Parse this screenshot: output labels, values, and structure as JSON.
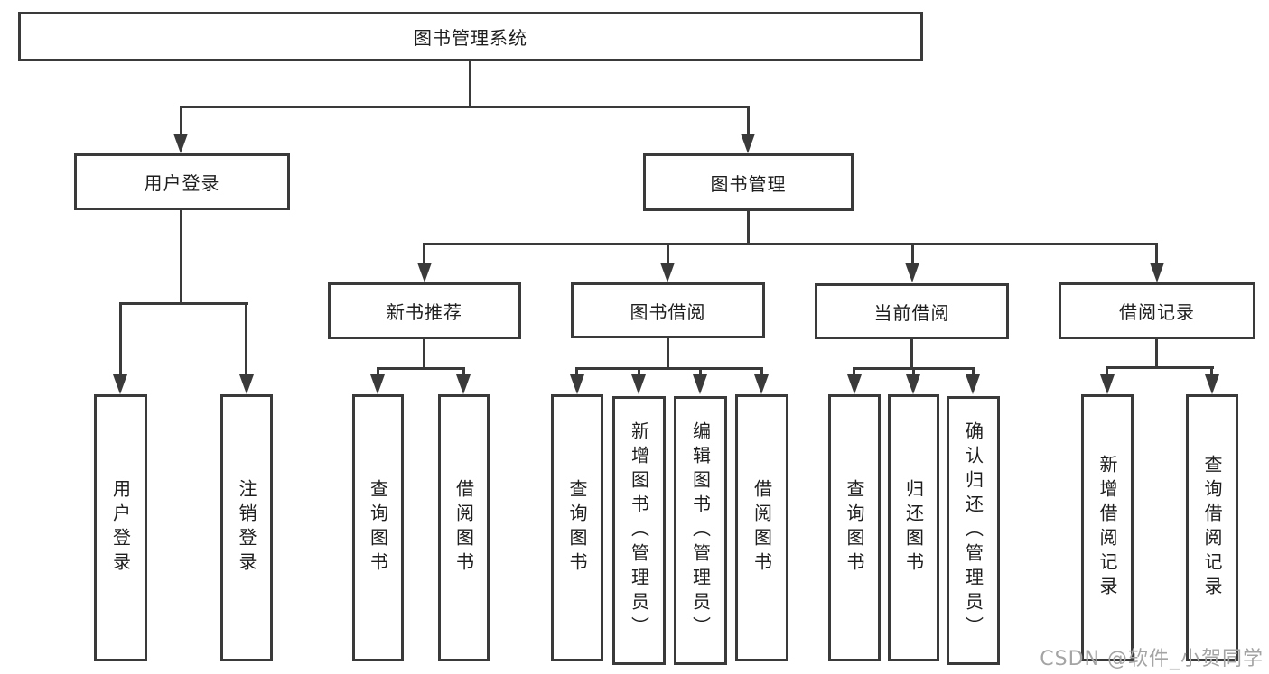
{
  "tree": {
    "root": {
      "label": "图书管理系统"
    },
    "branches": [
      {
        "label": "用户登录",
        "children": [
          {
            "label": "用户登录"
          },
          {
            "label": "注销登录"
          }
        ]
      },
      {
        "label": "图书管理",
        "children": [
          {
            "label": "新书推荐",
            "children": [
              {
                "label": "查询图书"
              },
              {
                "label": "借阅图书"
              }
            ]
          },
          {
            "label": "图书借阅",
            "children": [
              {
                "label": "查询图书"
              },
              {
                "label": "新增图书（管理员）"
              },
              {
                "label": "编辑图书（管理员）"
              },
              {
                "label": "借阅图书"
              }
            ]
          },
          {
            "label": "当前借阅",
            "children": [
              {
                "label": "查询图书"
              },
              {
                "label": "归还图书"
              },
              {
                "label": "确认归还（管理员）"
              }
            ]
          },
          {
            "label": "借阅记录",
            "children": [
              {
                "label": "新增借阅记录"
              },
              {
                "label": "查询借阅记录"
              }
            ]
          }
        ]
      }
    ]
  },
  "watermark": "CSDN @软件_小贺同学",
  "colors": {
    "line": "#3a3a3a",
    "box_border": "#3a3a3a",
    "box_fill": "#ffffff",
    "text": "#1e1e1e",
    "watermark": "#a4a4a4"
  }
}
